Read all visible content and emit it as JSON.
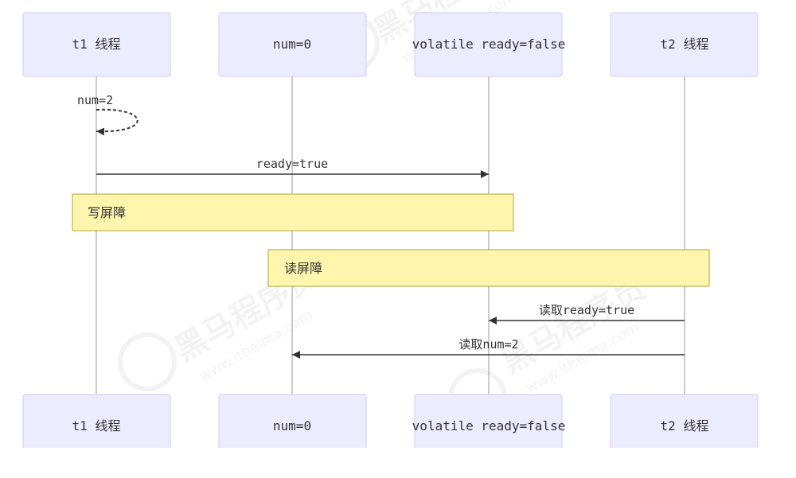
{
  "participants": [
    {
      "id": "t1",
      "label": "t1 线程"
    },
    {
      "id": "num",
      "label": "num=0"
    },
    {
      "id": "ready",
      "label": "volatile ready=false"
    },
    {
      "id": "t2",
      "label": "t2 线程"
    }
  ],
  "messages": [
    {
      "from": "t1",
      "to": "t1",
      "label": "num=2",
      "style": "dashed-self"
    },
    {
      "from": "t1",
      "to": "ready",
      "label": "ready=true",
      "style": "solid"
    },
    {
      "from": "t2",
      "to": "ready",
      "label": "读取ready=true",
      "style": "solid"
    },
    {
      "from": "t2",
      "to": "num",
      "label": "读取num=2",
      "style": "solid"
    }
  ],
  "notes": [
    {
      "label": "写屏障",
      "over": [
        "t1",
        "ready"
      ]
    },
    {
      "label": "读屏障",
      "over": [
        "num",
        "t2"
      ]
    }
  ],
  "watermark": {
    "text": "黑马程序员",
    "url": "www.itheima.com"
  },
  "colors": {
    "actor_fill": "#ececff",
    "actor_border": "#ccccff",
    "note_fill": "#fff5ad",
    "note_border": "#aaaa33",
    "line": "#333333"
  }
}
